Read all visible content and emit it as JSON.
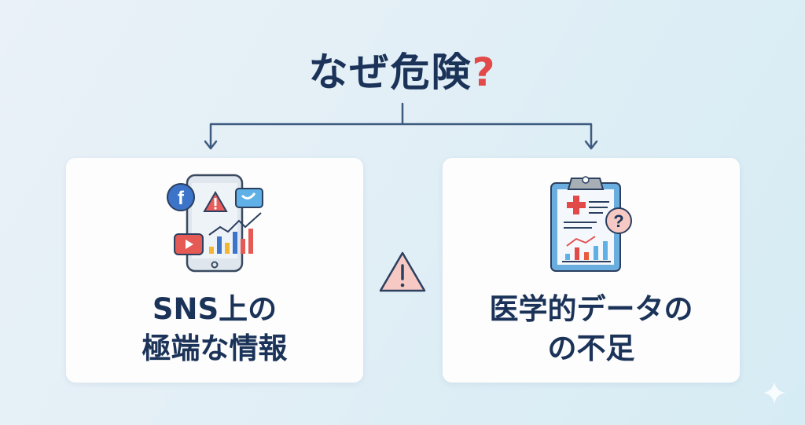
{
  "title": {
    "text": "なぜ危険",
    "mark": "?"
  },
  "cards": [
    {
      "line1": "SNS上の",
      "line2": "極端な情報",
      "icon": "smartphone-social-media-icon"
    },
    {
      "line1": "医学的データの",
      "line2": "の不足",
      "icon": "medical-clipboard-icon"
    }
  ],
  "center_icon": "warning-icon",
  "colors": {
    "navy": "#1b3358",
    "red": "#e24a4a",
    "connector": "#3d5a80"
  }
}
